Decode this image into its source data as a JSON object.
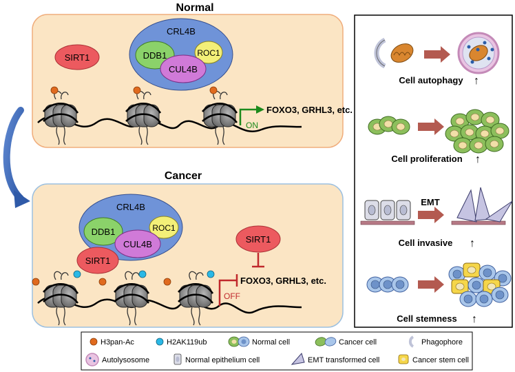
{
  "panels": {
    "normal": {
      "title": "Normal",
      "complex_label": "CRL4B",
      "subunits": [
        "DDB1",
        "CUL4B",
        "ROC1"
      ],
      "free_protein": "SIRT1",
      "target_genes": "FOXO3, GRHL3, etc.",
      "state": "ON"
    },
    "cancer": {
      "title": "Cancer",
      "complex_label": "CRL4B",
      "subunits": [
        "DDB1",
        "CUL4B",
        "ROC1",
        "SIRT1"
      ],
      "free_protein": "SIRT1",
      "target_genes": "FOXO3, GRHL3, etc.",
      "state": "OFF"
    }
  },
  "outcomes": [
    {
      "label": "Cell autophagy",
      "arrow": "↑"
    },
    {
      "label": "Cell proliferation",
      "arrow": "↑"
    },
    {
      "label": "Cell invasive",
      "arrow": "↑",
      "step_label": "EMT"
    },
    {
      "label": "Cell stemness",
      "arrow": "↑"
    }
  ],
  "legend": [
    {
      "icon": "h3pan-ac-dot-icon",
      "label": "H3pan-Ac"
    },
    {
      "icon": "h2ak119ub-dot-icon",
      "label": "H2AK119ub"
    },
    {
      "icon": "normal-cell-icon",
      "label": "Normal cell"
    },
    {
      "icon": "cancer-cell-icon",
      "label": "Cancer cell"
    },
    {
      "icon": "phagophore-icon",
      "label": "Phagophore"
    },
    {
      "icon": "autolysosome-icon",
      "label": "Autolysosome"
    },
    {
      "icon": "normal-epithelium-cell-icon",
      "label": "Normal epithelium cell"
    },
    {
      "icon": "emt-transformed-cell-icon",
      "label": "EMT transformed cell"
    },
    {
      "icon": "cancer-stem-cell-icon",
      "label": "Cancer stem cell"
    }
  ],
  "colors": {
    "panel_fill": "#fbe5c4",
    "normal_border": "#f0ad7c",
    "cancer_border": "#9cc0e0",
    "crl4b": "#6f93d8",
    "ddb1": "#8bd26a",
    "cul4b": "#d07ad8",
    "roc1": "#f3ef78",
    "sirt1": "#ec5a5f",
    "on_arrow": "#1c8a1c",
    "off_arrow": "#c0282c",
    "h3pan_ac": "#e06a1e",
    "h2ak119ub": "#2ab8e6",
    "process_arrow": "#b35a50"
  }
}
